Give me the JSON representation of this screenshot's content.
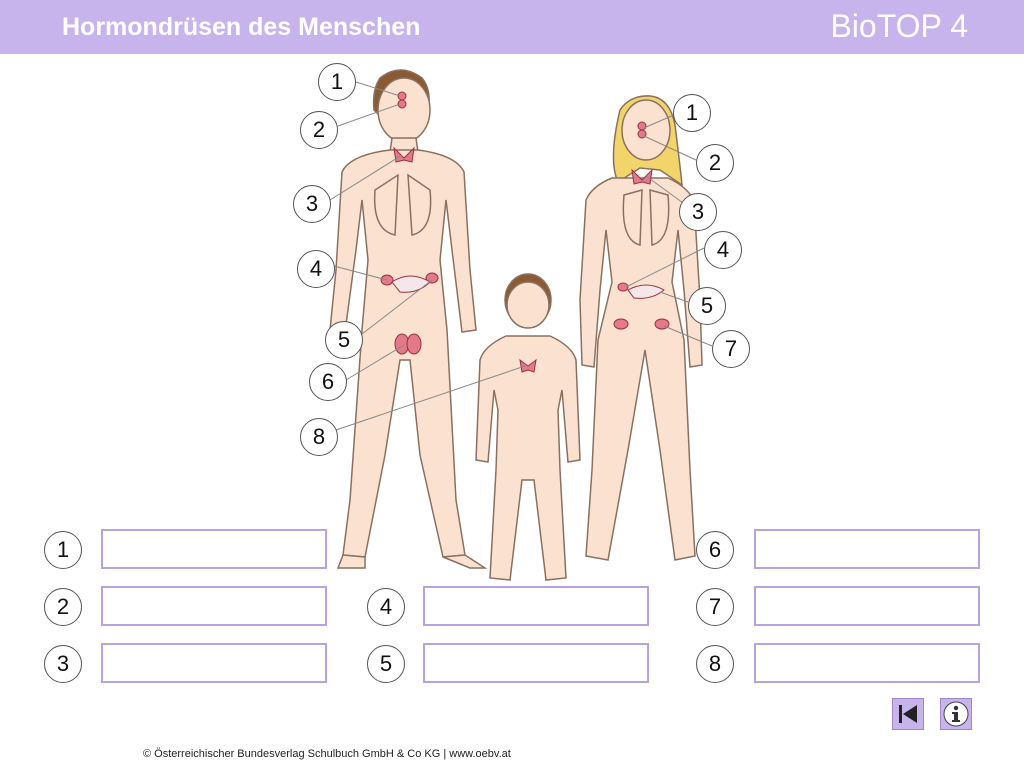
{
  "header": {
    "title": "Hormondrüsen des Menschen",
    "brand": "BioTOP 4"
  },
  "diagram_labels": {
    "man": [
      "1",
      "2",
      "3",
      "4",
      "5",
      "6",
      "8"
    ],
    "woman": [
      "1",
      "2",
      "3",
      "4",
      "5",
      "7"
    ]
  },
  "answers": [
    {
      "number": "1",
      "value": ""
    },
    {
      "number": "2",
      "value": ""
    },
    {
      "number": "3",
      "value": ""
    },
    {
      "number": "4",
      "value": ""
    },
    {
      "number": "5",
      "value": ""
    },
    {
      "number": "6",
      "value": ""
    },
    {
      "number": "7",
      "value": ""
    },
    {
      "number": "8",
      "value": ""
    }
  ],
  "nav": {
    "back_icon": "skip-back-icon",
    "info_icon": "info-icon"
  },
  "footer": {
    "copyright": "© Österreichischer Bundesverlag Schulbuch GmbH & Co KG | www.oebv.at"
  },
  "colors": {
    "header_bg": "#c7b4ec",
    "box_border": "#b8a2e2",
    "skin": "#fbe2d0",
    "gland": "#e37a8a"
  }
}
